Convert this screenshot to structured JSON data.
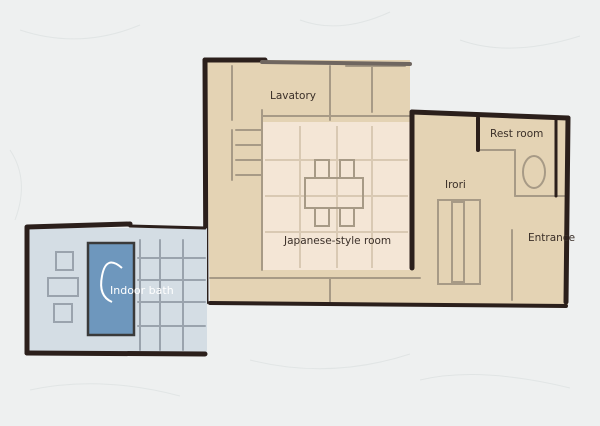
{
  "floor_plan": {
    "rooms": {
      "lavatory": "Lavatory",
      "rest_room": "Rest room",
      "irori": "Irori",
      "entrance": "Entrance",
      "japanese_style_room": "Japanese-style room",
      "indoor_bath": "Indoor bath"
    },
    "colors": {
      "background": "#eef0f0",
      "floor": "#e4d3b4",
      "tatami": "#f4e6d6",
      "bath_floor": "#d4dde4",
      "bathtub": "#6e97bd",
      "wall": "#2b1f1b"
    }
  }
}
